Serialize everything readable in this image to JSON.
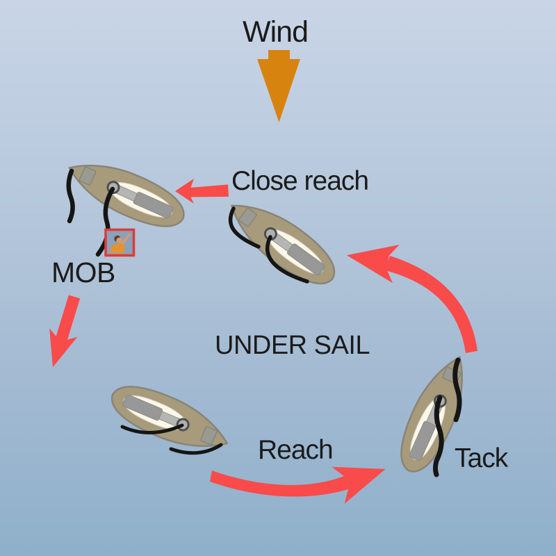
{
  "diagram": {
    "title": "UNDER SAIL",
    "wind": {
      "label": "Wind"
    },
    "stages": {
      "close_reach": "Close reach",
      "mob": "MOB",
      "reach": "Reach",
      "tack": "Tack"
    },
    "center_label": "UNDER SAIL",
    "sequence": [
      "MOB",
      "Reach",
      "Tack",
      "Close reach"
    ],
    "boats": [
      {
        "name": "boat-at-mob",
        "stage_label": "MOB"
      },
      {
        "name": "boat-close-reach",
        "stage_label": "Close reach"
      },
      {
        "name": "boat-reach",
        "stage_label": "Reach"
      },
      {
        "name": "boat-tack",
        "stage_label": "Tack"
      }
    ],
    "colors": {
      "background_top": "#c9d5e7",
      "background_bottom": "#8fb0ca",
      "arrow_red": "#f84b4a",
      "wind_arrow_orange": "#d7830f",
      "boat_hull": "#a79b7c",
      "boat_hull_outline": "#8a8476",
      "deck_hatch": "#9a9a92",
      "cockpit": "#fbf7e9",
      "furled_sail_light": "#b5b5b5",
      "furled_sail_dark": "#989898",
      "mast_ring": "#4f4f4f",
      "rope_black": "#151515",
      "label_text": "#1b1b1b",
      "mob_frame_red": "#e03a35",
      "mob_water_blue": "#8aa2ba",
      "lifejacket_orange": "#e6932f",
      "skin": "#d79b6f",
      "hair_brown": "#5a3c28"
    }
  }
}
